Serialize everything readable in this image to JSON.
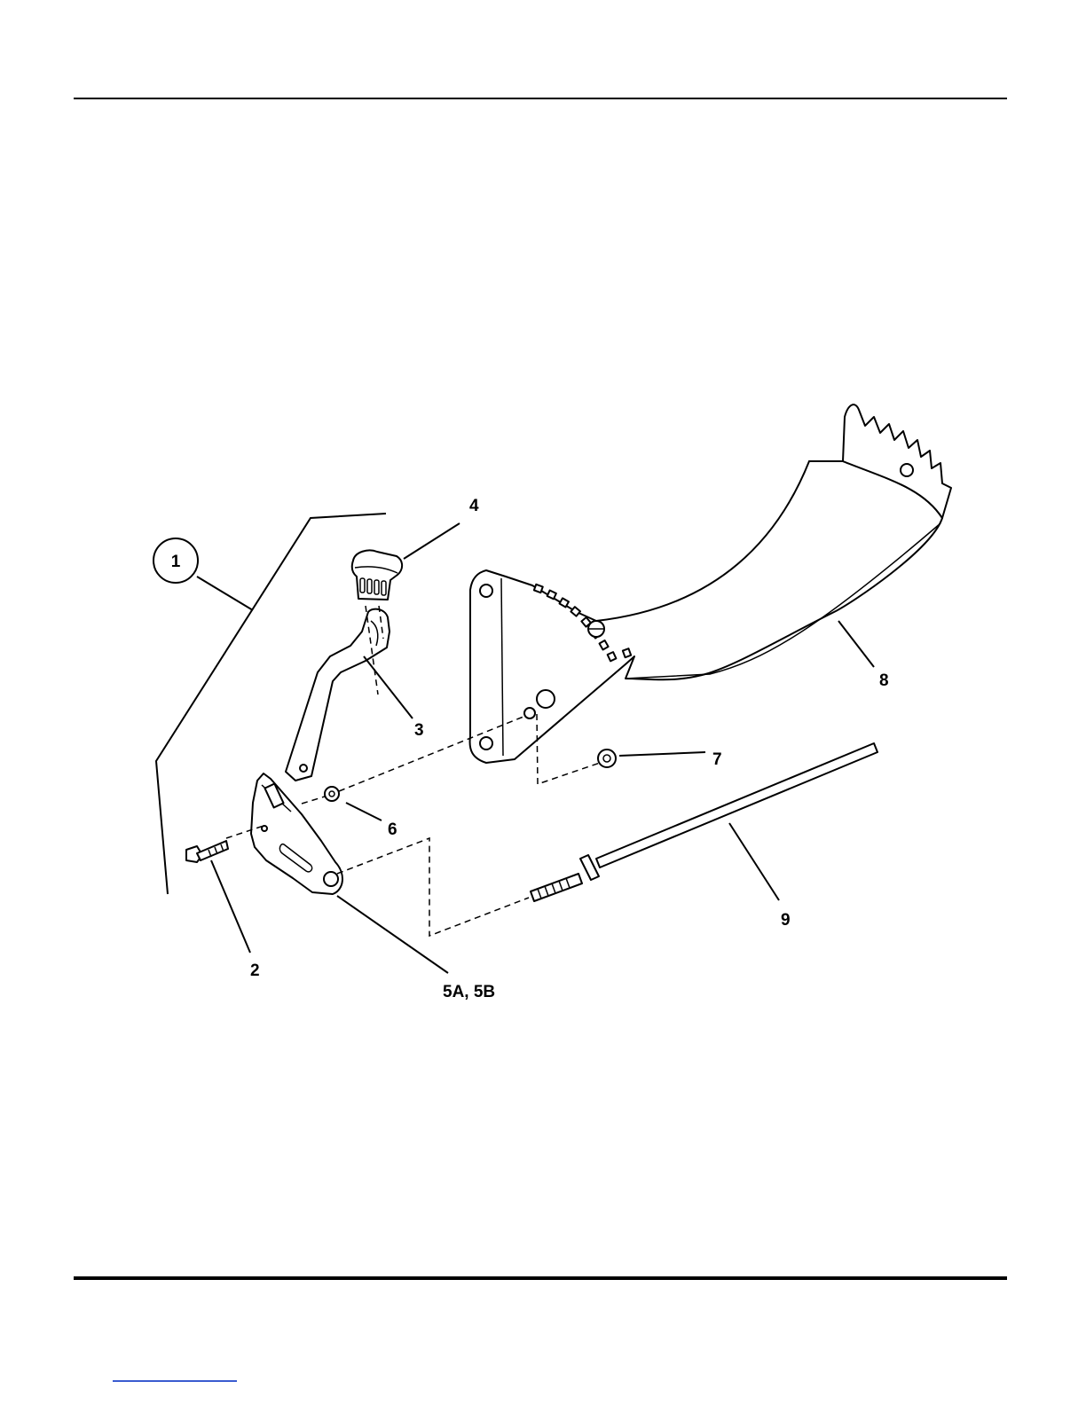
{
  "callouts": {
    "item_1": "1",
    "item_2": "2",
    "item_3": "3",
    "item_4": "4",
    "item_5": "5A, 5B",
    "item_6": "6",
    "item_7": "7",
    "item_8": "8",
    "item_9": "9"
  }
}
